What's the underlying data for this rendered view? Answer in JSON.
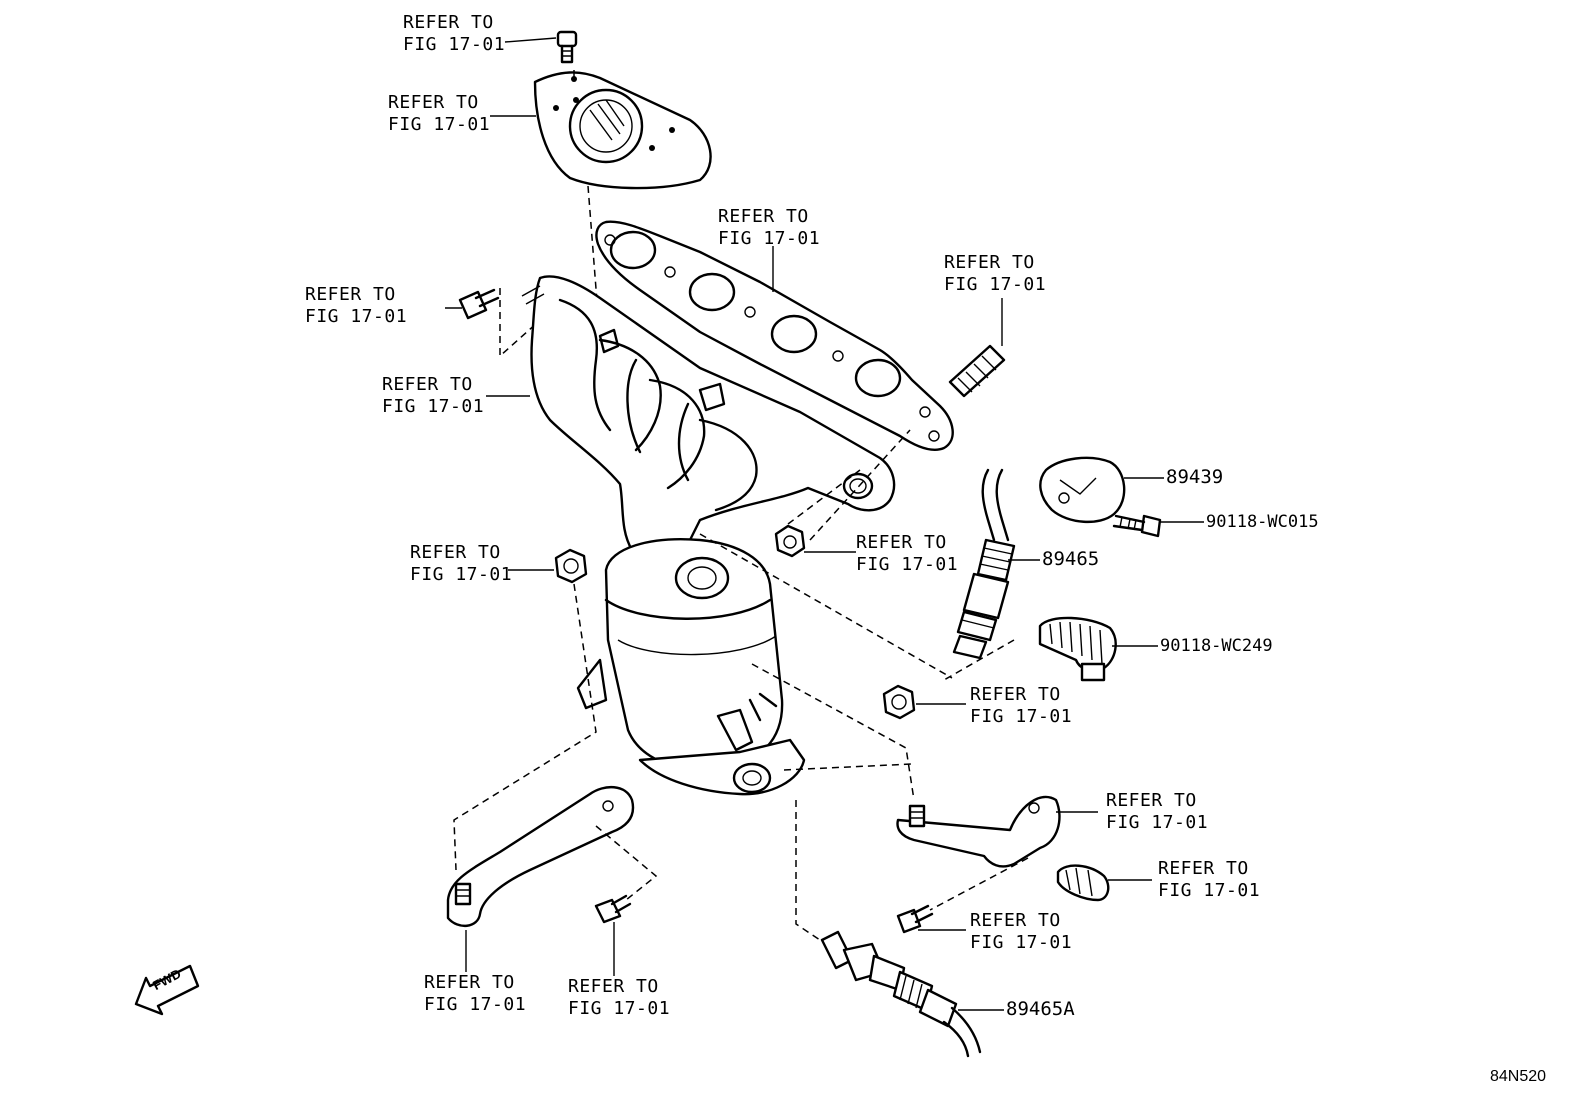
{
  "refer_text": {
    "line1": "REFER TO",
    "line2": "FIG 17-01"
  },
  "parts": {
    "p89439": "89439",
    "p90118_wc015": "90118-WC015",
    "p89465": "89465",
    "p90118_wc249": "90118-WC249",
    "p89465a": "89465A"
  },
  "fwd_label": "FWD",
  "figure_code": "84N520"
}
